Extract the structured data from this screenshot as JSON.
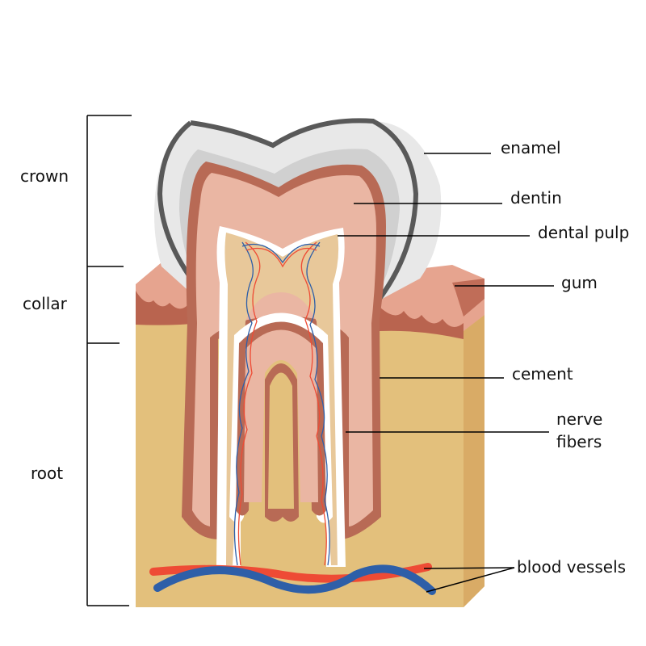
{
  "diagram": {
    "sections": {
      "crown": "crown",
      "collar": "collar",
      "root": "root"
    },
    "labels": {
      "enamel": "enamel",
      "dentin": "dentin",
      "dental_pulp": "dental pulp",
      "gum": "gum",
      "cement": "cement",
      "nerve_fibers_line1": "nerve",
      "nerve_fibers_line2": "fibers",
      "blood_vessels": "blood vessels"
    },
    "colors": {
      "enamel": "#d9d9d9",
      "enamel_outline": "#595959",
      "dentin": "#eab6a3",
      "dentin_border": "#b86a55",
      "pulp": "#e8c89a",
      "gum": "#e6a48f",
      "gum_dark": "#b9644f",
      "bone": "#e3c07c",
      "bone_side": "#d9ab66",
      "artery": "#ee4b35",
      "vein": "#2e5fa8"
    }
  }
}
